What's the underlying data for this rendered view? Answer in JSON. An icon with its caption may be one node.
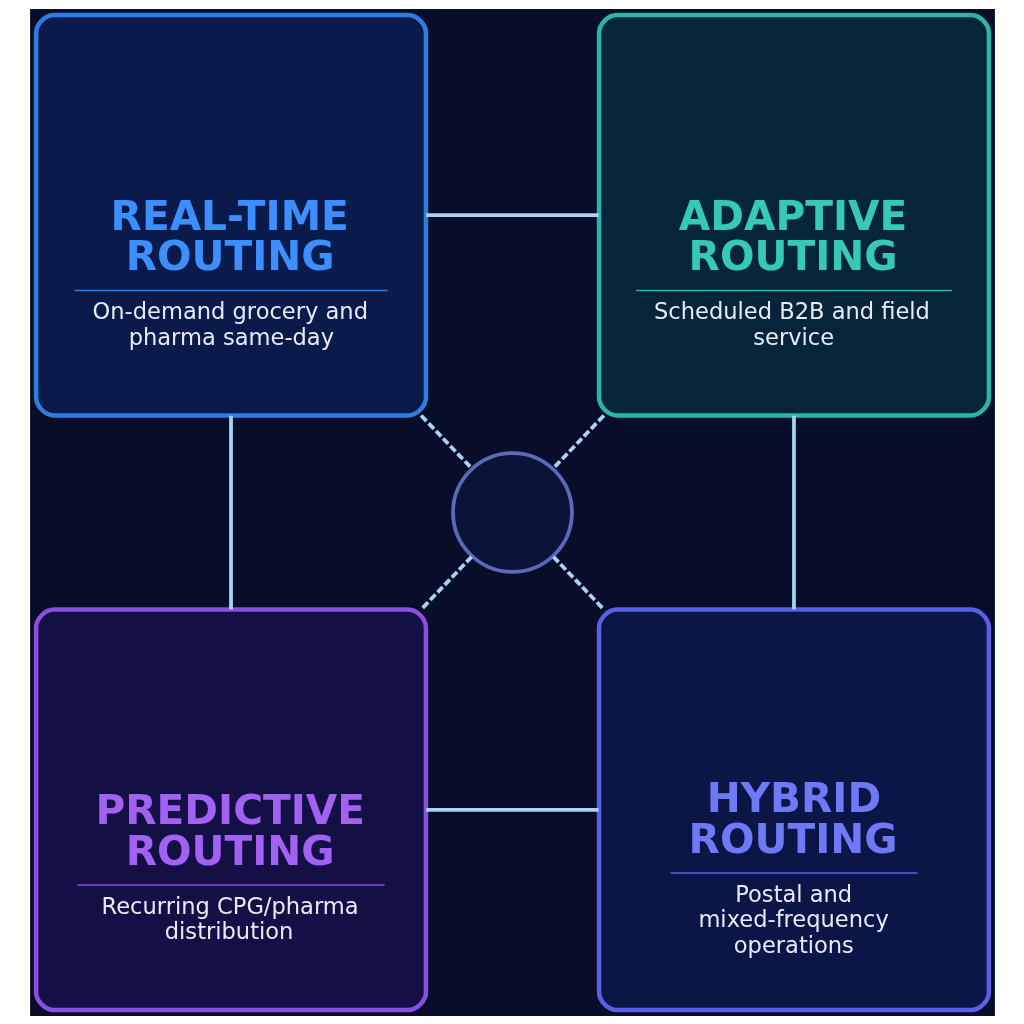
{
  "diagram": {
    "nodes": [
      {
        "text": [
          "REAL-TIME ROUTING",
          "On-demand grocery and pharma same-day"
        ]
      },
      {
        "text": [
          "ADAPTIVE ROUTING",
          "Scheduled B2B and field service"
        ]
      },
      {
        "text": [],
        "shape": "circle"
      },
      {
        "text": [
          "PREDICTIVE ROUTING",
          "Recurring CPG/pharma distribution"
        ]
      },
      {
        "text": [
          "HYBRID ROUTING",
          "Postal and mixed-frequency operations"
        ]
      }
    ],
    "edges": [
      {
        "from": 0,
        "to": 1,
        "arrow": "none"
      },
      {
        "from": 0,
        "to": 2,
        "arrow": "none",
        "style": "dashed"
      },
      {
        "from": 1,
        "to": 2,
        "arrow": "none",
        "style": "dashed"
      },
      {
        "from": 0,
        "to": 3,
        "arrow": "none"
      },
      {
        "from": 1,
        "to": 4,
        "arrow": "none"
      },
      {
        "from": 2,
        "to": 3,
        "arrow": "none",
        "style": "dashed"
      },
      {
        "from": 2,
        "to": 4,
        "arrow": "none",
        "style": "dashed"
      },
      {
        "from": 3,
        "to": 4,
        "arrow": "none"
      }
    ]
  }
}
